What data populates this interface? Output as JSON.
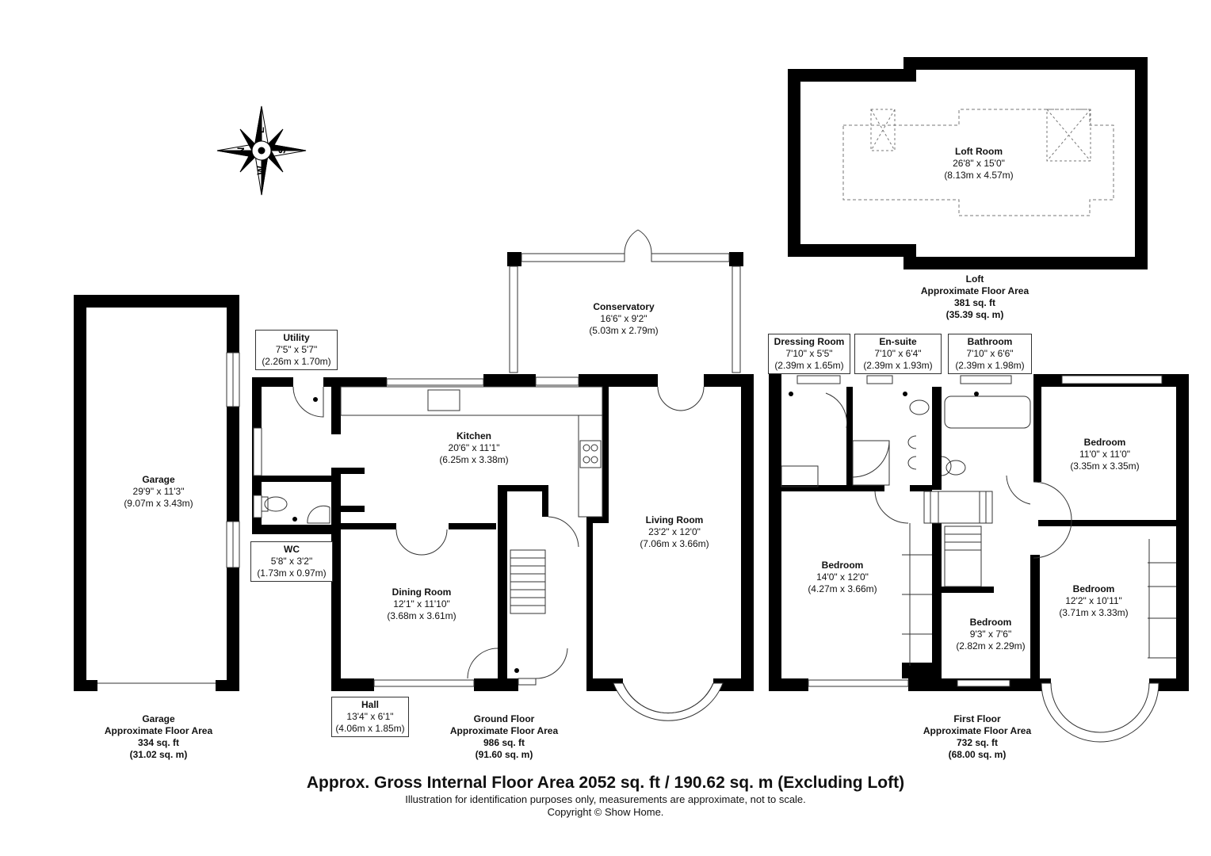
{
  "compass": {
    "labels": [
      "N",
      "E",
      "S",
      "W"
    ]
  },
  "rooms": {
    "garage": {
      "name": "Garage",
      "imperial": "29'9\" x 11'3\"",
      "metric": "(9.07m x 3.43m)"
    },
    "utility": {
      "name": "Utility",
      "imperial": "7'5\" x 5'7\"",
      "metric": "(2.26m x 1.70m)"
    },
    "wc": {
      "name": "WC",
      "imperial": "5'8\" x 3'2\"",
      "metric": "(1.73m x 0.97m)"
    },
    "conservatory": {
      "name": "Conservatory",
      "imperial": "16'6\" x 9'2\"",
      "metric": "(5.03m x 2.79m)"
    },
    "kitchen": {
      "name": "Kitchen",
      "imperial": "20'6\" x 11'1\"",
      "metric": "(6.25m x 3.38m)"
    },
    "dining": {
      "name": "Dining Room",
      "imperial": "12'1\" x 11'10\"",
      "metric": "(3.68m x 3.61m)"
    },
    "living": {
      "name": "Living Room",
      "imperial": "23'2\" x 12'0\"",
      "metric": "(7.06m x 3.66m)"
    },
    "hall": {
      "name": "Hall",
      "imperial": "13'4\" x 6'1\"",
      "metric": "(4.06m x 1.85m)"
    },
    "loft": {
      "name": "Loft Room",
      "imperial": "26'8\" x 15'0\"",
      "metric": "(8.13m x 4.57m)"
    },
    "dressing": {
      "name": "Dressing Room",
      "imperial": "7'10\" x 5'5\"",
      "metric": "(2.39m x 1.65m)"
    },
    "ensuite": {
      "name": "En-suite",
      "imperial": "7'10\" x 6'4\"",
      "metric": "(2.39m x 1.93m)"
    },
    "bathroom": {
      "name": "Bathroom",
      "imperial": "7'10\" x 6'6\"",
      "metric": "(2.39m x 1.98m)"
    },
    "bed1": {
      "name": "Bedroom",
      "imperial": "11'0\" x 11'0\"",
      "metric": "(3.35m x 3.35m)"
    },
    "bed2": {
      "name": "Bedroom",
      "imperial": "14'0\" x 12'0\"",
      "metric": "(4.27m x 3.66m)"
    },
    "bed3": {
      "name": "Bedroom",
      "imperial": "9'3\" x 7'6\"",
      "metric": "(2.82m x 2.29m)"
    },
    "bed4": {
      "name": "Bedroom",
      "imperial": "12'2\" x 10'11\"",
      "metric": "(3.71m x 3.33m)"
    }
  },
  "areas": {
    "garage": {
      "l1": "Garage",
      "l2": "Approximate Floor Area",
      "l3": "334 sq. ft",
      "l4": "(31.02 sq. m)"
    },
    "ground": {
      "l1": "Ground Floor",
      "l2": "Approximate Floor Area",
      "l3": "986 sq. ft",
      "l4": "(91.60 sq. m)"
    },
    "first": {
      "l1": "First Floor",
      "l2": "Approximate Floor Area",
      "l3": "732 sq. ft",
      "l4": "(68.00 sq. m)"
    },
    "loft": {
      "l1": "Loft",
      "l2": "Approximate Floor Area",
      "l3": "381 sq. ft",
      "l4": "(35.39 sq. m)"
    }
  },
  "footer": {
    "gross": "Approx. Gross Internal Floor Area 2052 sq. ft / 190.62 sq. m (Excluding Loft)",
    "disclaimer": "Illustration for identification purposes only, measurements are approximate, not to scale.",
    "copyright": "Copyright © Show Home."
  },
  "colors": {
    "wall": "#000000",
    "line": "#333333",
    "background": "#ffffff"
  }
}
